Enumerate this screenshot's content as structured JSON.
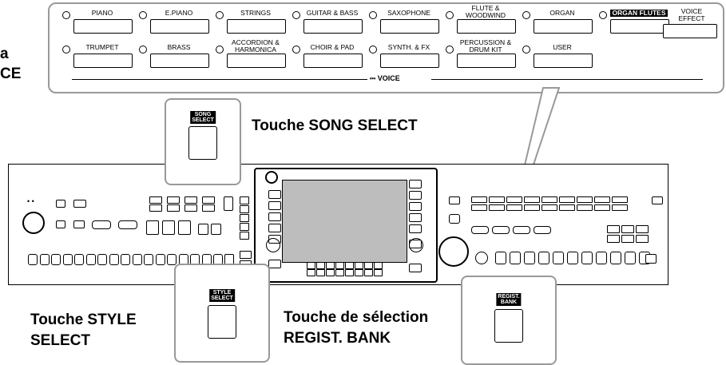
{
  "side_text": {
    "line1": "a",
    "line2": "CE"
  },
  "voice_panel": {
    "row1": [
      "PIANO",
      "E.PIANO",
      "STRINGS",
      "GUITAR & BASS",
      "SAXOPHONE",
      "FLUTE &\nWOODWIND",
      "ORGAN",
      "ORGAN FLUTES"
    ],
    "row2": [
      "TRUMPET",
      "BRASS",
      "ACCORDION &\nHARMONICA",
      "CHOIR & PAD",
      "SYNTH. & FX",
      "PERCUSSION &\nDRUM KIT",
      "USER"
    ],
    "voice_effect": "VOICE\nEFFECT",
    "group_label": "VOICE"
  },
  "callouts": {
    "song_select": {
      "tag": "SONG\nSELECT",
      "label": "Touche SONG SELECT"
    },
    "style_select": {
      "tag": "STYLE\nSELECT",
      "label_line1": "Touche STYLE",
      "label_line2": "SELECT"
    },
    "regist_bank": {
      "tag": "REGIST.\nBANK",
      "label_line1": "Touche de sélection",
      "label_line2": "REGIST. BANK"
    }
  }
}
